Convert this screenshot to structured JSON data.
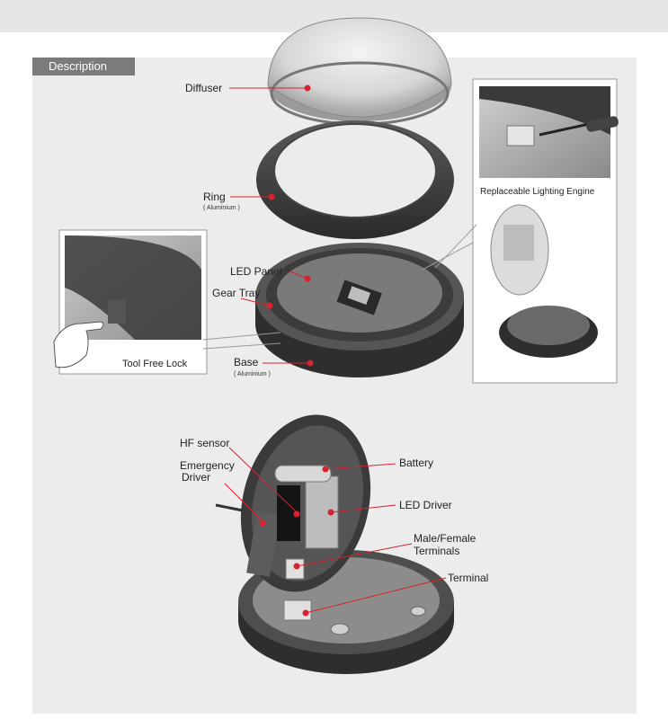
{
  "header": {
    "tab_label": "Description"
  },
  "labels": {
    "diffuser": "Diffuser",
    "ring": "Ring",
    "ring_material": "( Aluminium )",
    "led_panel": "LED Panel",
    "gear_tray": "Gear Tray",
    "base": "Base",
    "base_material": "( Aluminium )",
    "tool_free_lock": "Tool Free Lock",
    "replaceable_engine": "Replaceable Lighting Engine",
    "hf_sensor": "HF sensor",
    "emergency_driver_1": "Emergency",
    "emergency_driver_2": "Driver",
    "battery": "Battery",
    "led_driver": "LED Driver",
    "male_female_1": "Male/Female",
    "male_female_2": "Terminals",
    "terminal": "Terminal"
  },
  "colors": {
    "leader": "#d7232e",
    "dot": "#d7232e",
    "tab": "#7b7b7b"
  }
}
